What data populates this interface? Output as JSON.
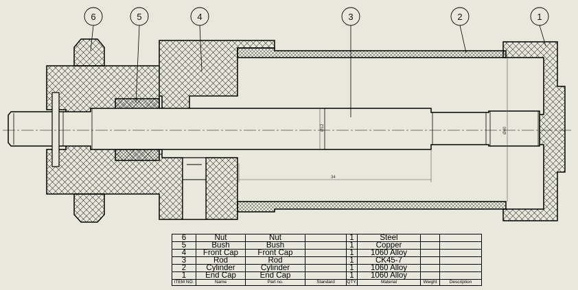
{
  "balloons": [
    {
      "number": "6"
    },
    {
      "number": "5"
    },
    {
      "number": "4"
    },
    {
      "number": "3"
    },
    {
      "number": "2"
    },
    {
      "number": "1"
    }
  ],
  "dimensions": {
    "rod_diameter": "Ø12",
    "stroke_length": "34",
    "bore_diameter": "Ø40"
  },
  "bom": {
    "headers": {
      "item_no": "ITEM NO.",
      "name": "Name",
      "part_no": "Part no.",
      "standard": "Standard",
      "qty": "QTY.",
      "material": "Material",
      "weight": "Weight",
      "description": "Description"
    },
    "rows": [
      {
        "item_no": "6",
        "name": "Nut",
        "part_no": "Nut",
        "standard": "",
        "qty": "1",
        "material": "Steel",
        "weight": "",
        "description": ""
      },
      {
        "item_no": "5",
        "name": "Bush",
        "part_no": "Bush",
        "standard": "",
        "qty": "1",
        "material": "Copper",
        "weight": "",
        "description": ""
      },
      {
        "item_no": "4",
        "name": "Front Cap",
        "part_no": "Front Cap",
        "standard": "",
        "qty": "1",
        "material": "1060 Alloy",
        "weight": "",
        "description": ""
      },
      {
        "item_no": "3",
        "name": "Rod",
        "part_no": "Rod",
        "standard": "",
        "qty": "1",
        "material": "CK45-7",
        "weight": "",
        "description": ""
      },
      {
        "item_no": "2",
        "name": "Cylinder",
        "part_no": "Cylinder",
        "standard": "",
        "qty": "1",
        "material": "1060 Alloy",
        "weight": "",
        "description": ""
      },
      {
        "item_no": "1",
        "name": "End Cap",
        "part_no": "End Cap",
        "standard": "",
        "qty": "1",
        "material": "1060 Alloy",
        "weight": "",
        "description": ""
      }
    ]
  },
  "colors": {
    "background": "#e9e8dc",
    "line": "#000000"
  }
}
